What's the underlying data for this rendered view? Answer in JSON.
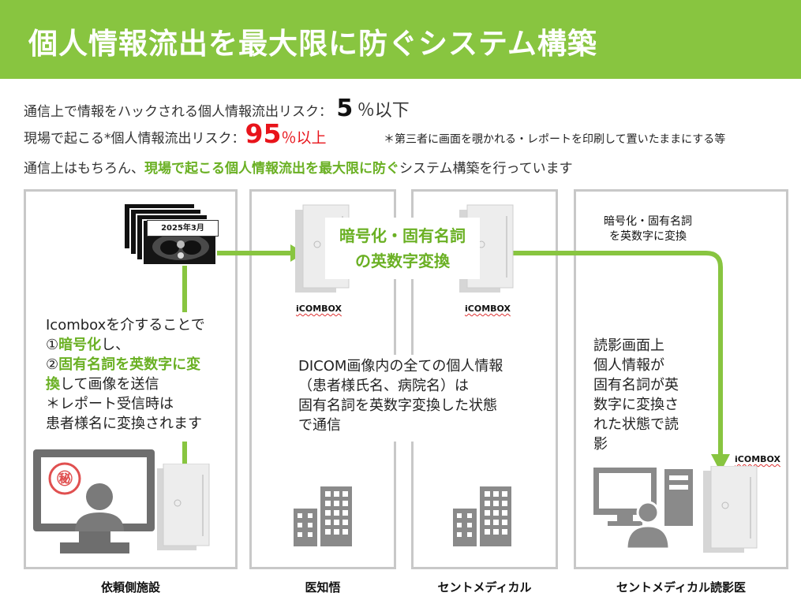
{
  "header": {
    "title": "個人情報流出を最大限に防ぐシステム構築"
  },
  "risk": {
    "comm_prefix": "通信上で情報をハックされる個人情報流出リスク：",
    "comm_value": "5",
    "comm_suffix": "％以下",
    "site_prefix": "現場で起こる*個人情報流出リスク：",
    "site_value": "95",
    "site_suffix": "％以上",
    "site_note": "＊第三者に画面を覗かれる・レポートを印刷して置いたままにする等",
    "summary_pre": "通信上はもちろん、",
    "summary_highlight": "現場で起こる個人情報流出を最大限に防ぐ",
    "summary_post": "システム構築を行っています"
  },
  "panel1": {
    "scan_date": "2025年3月",
    "t1": "Icomboxを介することで",
    "t2_pre": "①",
    "t2_hl": "暗号化",
    "t2_post": "し、",
    "t3_pre": "②",
    "t3_hl": "固有名詞を英数字に変",
    "t4_hl": "換",
    "t4_post": "して画像を送信",
    "t5": "＊レポート受信時は",
    "t6": "患者様名に変換されます",
    "label": "依頼側施設"
  },
  "panel2": {
    "icombox": "iCOMBOX",
    "desc1": "DICOM画像内の全ての個人情報",
    "desc2": "（患者様氏名、病院名）は",
    "desc3": "固有名詞を英数字変換した状態",
    "desc4": "で通信",
    "label": "医知悟"
  },
  "callout": {
    "line1": "暗号化・固有名詞",
    "line2": "の英数字変換"
  },
  "panel3": {
    "icombox": "iCOMBOX",
    "label": "セントメディカル"
  },
  "panel4": {
    "note1": "暗号化・固有名詞",
    "note2": "を英数字に変換",
    "d1": "読影画面上",
    "d2": "個人情報が",
    "d3": "固有名詞が英",
    "d4": "数字に変換さ",
    "d5": "れた状態で読",
    "d6": "影",
    "icombox": "iCOMBOX",
    "label": "セントメディカル読影医"
  },
  "colors": {
    "accent": "#88c540",
    "highlight": "#6ab023",
    "risk": "#e8141b",
    "border": "#c8c8c8"
  }
}
